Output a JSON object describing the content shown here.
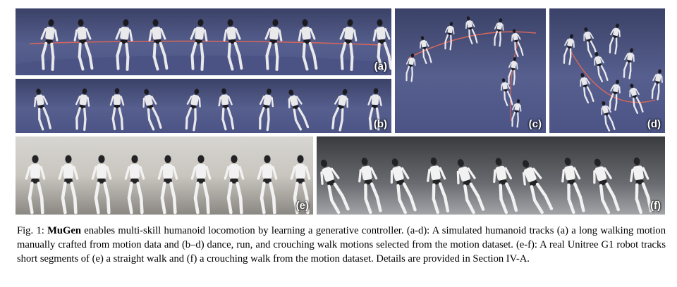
{
  "panels": {
    "a": {
      "label": "(a)"
    },
    "b": {
      "label": "(b)"
    },
    "c": {
      "label": "(c)"
    },
    "d": {
      "label": "(d)"
    },
    "e": {
      "label": "(e)"
    },
    "f": {
      "label": "(f)"
    }
  },
  "caption": {
    "fig": "Fig. 1: ",
    "name": "MuGen",
    "text": " enables multi-skill humanoid locomotion by learning a generative controller. (a-d): A simulated humanoid tracks (a) a long walking motion manually crafted from motion data and (b–d) dance, run, and crouching walk motions selected from the motion dataset. (e-f): A real Unitree G1 robot tracks short segments of (e) a straight walk and (f) a crouching walk from the motion dataset. Details are provided in Section IV-A."
  },
  "colors": {
    "sim_floor": "#4b5485",
    "trajectory": "#d9665a",
    "robot_body": "#e9e9ec",
    "robot_joint": "#1b1b1f"
  }
}
